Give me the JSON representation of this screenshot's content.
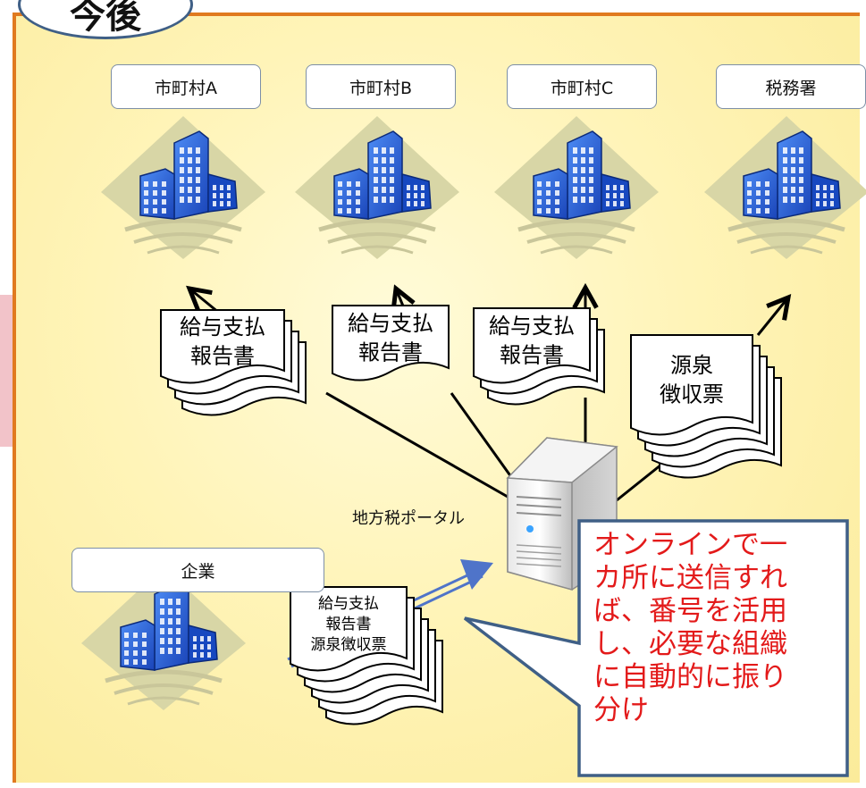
{
  "title": "今後",
  "offices": [
    {
      "label": "市町村A"
    },
    {
      "label": "市町村B"
    },
    {
      "label": "市町村C"
    },
    {
      "label": "税務署"
    }
  ],
  "documents": [
    {
      "lines": [
        "給与支払",
        "報告書"
      ]
    },
    {
      "lines": [
        "給与支払",
        "報告書"
      ]
    },
    {
      "lines": [
        "給与支払",
        "報告書"
      ]
    },
    {
      "lines": [
        "源泉",
        "徴収票"
      ]
    }
  ],
  "portal": {
    "label": "地方税ポータル"
  },
  "company": {
    "label": "企業",
    "document_lines": [
      "給与支払",
      "報告書",
      "源泉徴収票"
    ]
  },
  "callout": {
    "text": "オンラインで一\nカ所に送信すれ\nば、番号を活用\nし、必要な組織\nに自動的に振り\n分け"
  },
  "colors": {
    "frame_border": "#e07a1f",
    "background": "#fff4b8",
    "callout_text": "#e31a1a",
    "callout_border": "#3f5f86",
    "building_blue": "#1f5fd6"
  }
}
